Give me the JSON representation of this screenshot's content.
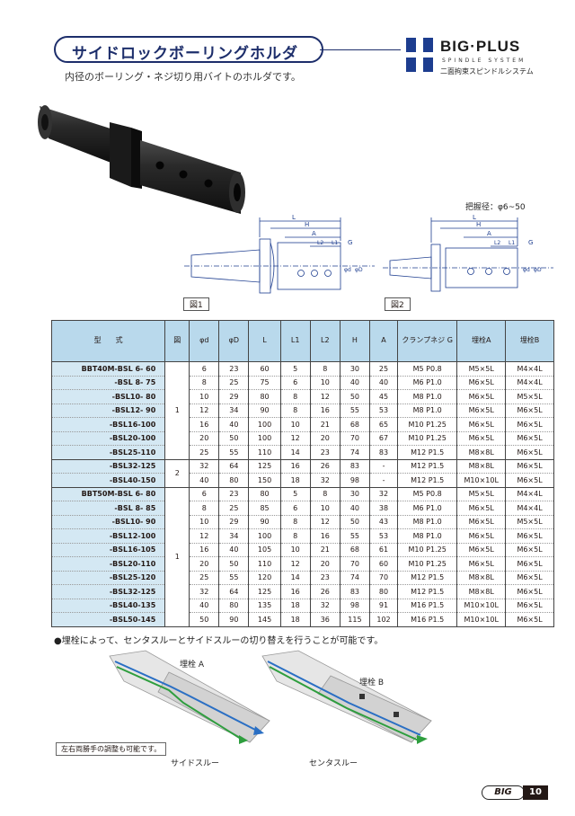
{
  "header": {
    "title": "サイドロックボーリングホルダ",
    "subtitle": "内径のボーリング・ネジ切り用バイトのホルダです。"
  },
  "logo": {
    "brand": "BIG·PLUS",
    "tagline": "SPINDLE SYSTEM",
    "japanese": "二面拘束スピンドルシステム",
    "mark_color": "#1d3d8f"
  },
  "grip_range": "把握径：φ6~50",
  "figures": {
    "fig1": "図1",
    "fig2": "図2",
    "dims": {
      "L": "L",
      "H": "H",
      "A": "A",
      "L2": "L2",
      "L1": "L1",
      "G": "G",
      "phid": "φd",
      "phiD": "φD"
    }
  },
  "table": {
    "headers": [
      "型　　式",
      "図",
      "φd",
      "φD",
      "L",
      "L1",
      "L2",
      "H",
      "A",
      "クランプネジ G",
      "埋栓A",
      "埋栓B"
    ],
    "groups": [
      {
        "figure": "1",
        "rows": [
          [
            "BBT40M-BSL 6- 60",
            "6",
            "23",
            "60",
            "5",
            "8",
            "30",
            "25",
            "M5 P0.8",
            "M5×5L",
            "M4×4L"
          ],
          [
            "-BSL 8- 75",
            "8",
            "25",
            "75",
            "6",
            "10",
            "40",
            "40",
            "M6 P1.0",
            "M6×5L",
            "M4×4L"
          ],
          [
            "-BSL10- 80",
            "10",
            "29",
            "80",
            "8",
            "12",
            "50",
            "45",
            "M8 P1.0",
            "M6×5L",
            "M5×5L"
          ],
          [
            "-BSL12- 90",
            "12",
            "34",
            "90",
            "8",
            "16",
            "55",
            "53",
            "M8 P1.0",
            "M6×5L",
            "M6×5L"
          ],
          [
            "-BSL16-100",
            "16",
            "40",
            "100",
            "10",
            "21",
            "68",
            "65",
            "M10 P1.25",
            "M6×5L",
            "M6×5L"
          ],
          [
            "-BSL20-100",
            "20",
            "50",
            "100",
            "12",
            "20",
            "70",
            "67",
            "M10 P1.25",
            "M6×5L",
            "M6×5L"
          ],
          [
            "-BSL25-110",
            "25",
            "55",
            "110",
            "14",
            "23",
            "74",
            "83",
            "M12 P1.5",
            "M8×8L",
            "M6×5L"
          ]
        ]
      },
      {
        "figure": "2",
        "rows": [
          [
            "-BSL32-125",
            "32",
            "64",
            "125",
            "16",
            "26",
            "83",
            "-",
            "M12 P1.5",
            "M8×8L",
            "M6×5L"
          ],
          [
            "-BSL40-150",
            "40",
            "80",
            "150",
            "18",
            "32",
            "98",
            "-",
            "M12 P1.5",
            "M10×10L",
            "M6×5L"
          ]
        ]
      },
      {
        "figure": "1",
        "rows": [
          [
            "BBT50M-BSL 6- 80",
            "6",
            "23",
            "80",
            "5",
            "8",
            "30",
            "32",
            "M5 P0.8",
            "M5×5L",
            "M4×4L"
          ],
          [
            "-BSL 8- 85",
            "8",
            "25",
            "85",
            "6",
            "10",
            "40",
            "38",
            "M6 P1.0",
            "M6×5L",
            "M4×4L"
          ],
          [
            "-BSL10- 90",
            "10",
            "29",
            "90",
            "8",
            "12",
            "50",
            "43",
            "M8 P1.0",
            "M6×5L",
            "M5×5L"
          ],
          [
            "-BSL12-100",
            "12",
            "34",
            "100",
            "8",
            "16",
            "55",
            "53",
            "M8 P1.0",
            "M6×5L",
            "M6×5L"
          ],
          [
            "-BSL16-105",
            "16",
            "40",
            "105",
            "10",
            "21",
            "68",
            "61",
            "M10 P1.25",
            "M6×5L",
            "M6×5L"
          ],
          [
            "-BSL20-110",
            "20",
            "50",
            "110",
            "12",
            "20",
            "70",
            "60",
            "M10 P1.25",
            "M6×5L",
            "M6×5L"
          ],
          [
            "-BSL25-120",
            "25",
            "55",
            "120",
            "14",
            "23",
            "74",
            "70",
            "M12 P1.5",
            "M8×8L",
            "M6×5L"
          ],
          [
            "-BSL32-125",
            "32",
            "64",
            "125",
            "16",
            "26",
            "83",
            "80",
            "M12 P1.5",
            "M8×8L",
            "M6×5L"
          ],
          [
            "-BSL40-135",
            "40",
            "80",
            "135",
            "18",
            "32",
            "98",
            "91",
            "M16 P1.5",
            "M10×10L",
            "M6×5L"
          ],
          [
            "-BSL50-145",
            "50",
            "90",
            "145",
            "18",
            "36",
            "115",
            "102",
            "M16 P1.5",
            "M10×10L",
            "M6×5L"
          ]
        ]
      }
    ]
  },
  "note": "●埋栓によって、センタスルーとサイドスルーの切り替えを行うことが可能です。",
  "illustrations": {
    "plug_a": "埋栓 A",
    "plug_b": "埋栓 B",
    "side_through": "サイドスルー",
    "center_through": "センタスルー",
    "lr_note": "左右両勝手の調整も可能です。",
    "flow_color_blue": "#2a6fc4",
    "flow_color_green": "#2e9e3e"
  },
  "footer": {
    "brand": "BIG",
    "page": "10"
  }
}
